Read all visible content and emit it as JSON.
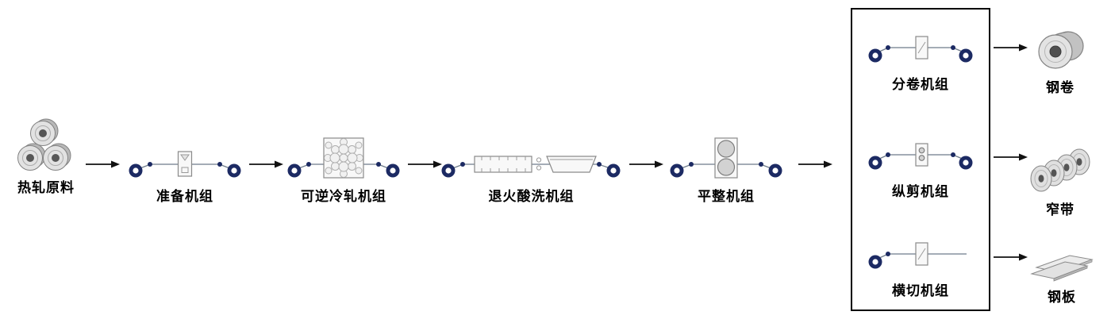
{
  "flow": {
    "source": {
      "id": "hot-rolled-material",
      "label": "热轧原料"
    },
    "units": [
      {
        "id": "prepare",
        "label": "准备机组"
      },
      {
        "id": "reversible-cold-mill",
        "label": "可逆冷轧机组"
      },
      {
        "id": "annealing-pickling",
        "label": "退火酸洗机组"
      },
      {
        "id": "temper-mill",
        "label": "平整机组"
      }
    ],
    "finishing_units": [
      {
        "id": "recoiling",
        "label": "分卷机组"
      },
      {
        "id": "slitting",
        "label": "纵剪机组"
      },
      {
        "id": "cut-to-length",
        "label": "横切机组"
      }
    ],
    "products": [
      {
        "id": "steel-coil",
        "label": "钢卷"
      },
      {
        "id": "narrow-strip",
        "label": "窄带"
      },
      {
        "id": "steel-plate",
        "label": "钢板"
      }
    ]
  },
  "colors": {
    "coil_navy": "#1c2a63",
    "strip_line": "#6e7b8a",
    "outline_black": "#111111",
    "device_gray": "#8a8a8a"
  }
}
